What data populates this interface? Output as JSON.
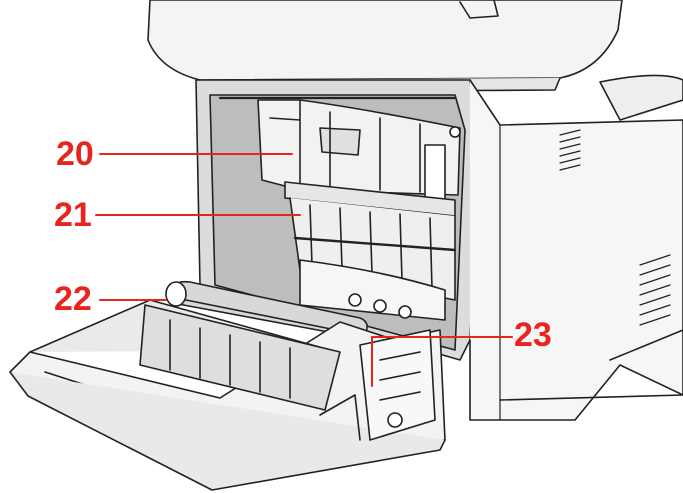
{
  "diagram": {
    "callout_color": "#e8241f",
    "line_color": "#222222",
    "fill_light": "#f7f7f7",
    "fill_mid": "#e6e6e6",
    "fill_dark": "#c9c9c9",
    "callouts": [
      {
        "id": "20",
        "label": "20"
      },
      {
        "id": "21",
        "label": "21"
      },
      {
        "id": "22",
        "label": "22"
      },
      {
        "id": "23",
        "label": "23"
      }
    ]
  }
}
